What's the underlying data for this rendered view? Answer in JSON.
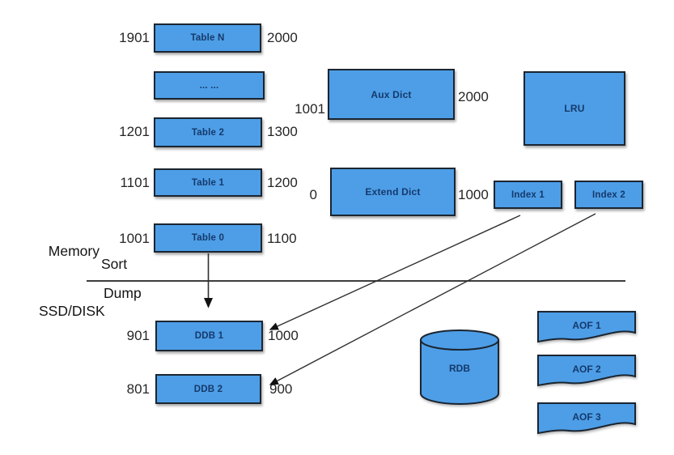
{
  "diagram": {
    "title": "memory-disk-architecture-diagram",
    "regions": {
      "memory_label": "Memory",
      "sort_label": "Sort",
      "dump_label": "Dump",
      "disk_label": "SSD/DISK"
    },
    "memory_tables": [
      {
        "label": "Table N",
        "start": "1901",
        "end": "2000"
      },
      {
        "label": "... ...",
        "start": "",
        "end": ""
      },
      {
        "label": "Table 2",
        "start": "1201",
        "end": "1300"
      },
      {
        "label": "Table 1",
        "start": "1101",
        "end": "1200"
      },
      {
        "label": "Table 0",
        "start": "1001",
        "end": "1100"
      }
    ],
    "aux_dict": {
      "label": "Aux Dict",
      "start": "1001",
      "end": "2000"
    },
    "extend_dict": {
      "label": "Extend Dict",
      "start": "0",
      "end": "1000"
    },
    "lru": {
      "label": "LRU"
    },
    "indexes": [
      {
        "label": "Index 1"
      },
      {
        "label": "Index 2"
      }
    ],
    "disk_tables": [
      {
        "label": "DDB 1",
        "start": "901",
        "end": "1000"
      },
      {
        "label": "DDB 2",
        "start": "801",
        "end": "900"
      }
    ],
    "rdb": {
      "label": "RDB"
    },
    "aof_files": [
      {
        "label": "AOF 1"
      },
      {
        "label": "AOF 2"
      },
      {
        "label": "AOF 3"
      }
    ],
    "edges": [
      {
        "from": "Table 0",
        "to": "DDB 1"
      },
      {
        "from": "Index 1",
        "to": "DDB 1"
      },
      {
        "from": "Index 2",
        "to": "DDB 2"
      }
    ],
    "colors": {
      "node_fill": "#4d9ee7",
      "node_border": "#1b2530",
      "node_text": "#16396b",
      "line": "#2f2f2f",
      "text": "#262626"
    }
  }
}
